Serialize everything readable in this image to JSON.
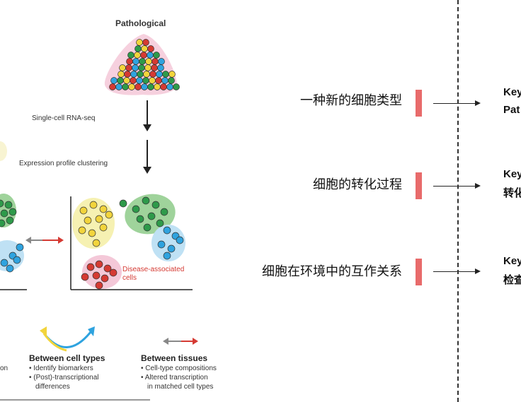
{
  "figure": {
    "pathological_label": "Pathological",
    "step1_label": "Single-cell RNA-seq",
    "step2_label": "Expression profile clustering",
    "disease_label_line1": "Disease-associated",
    "disease_label_line2": "cells",
    "partial_left_label": "on",
    "between_cell_types": {
      "title": "Between cell types",
      "items": [
        "• Identify biomarkers",
        "• (Post)-transcriptional",
        "differences"
      ]
    },
    "between_tissues": {
      "title": "Between tissues",
      "items": [
        "• Cell-type compositions",
        "• Altered transcription",
        "in matched cell types"
      ]
    }
  },
  "rows": [
    {
      "label": "一种新的细胞类型",
      "right_line1": "Key",
      "right_line2": "Pat"
    },
    {
      "label": "细胞的转化过程",
      "right_line1": "Key",
      "right_line2": "转化"
    },
    {
      "label": "细胞在环境中的互作关系",
      "right_line1": "Key",
      "right_line2": "检查"
    }
  ],
  "colors": {
    "accent_red": "#e86b6b",
    "cell_yellow": "#f2d43c",
    "cell_green": "#2e9a4a",
    "cell_blue": "#2fa3df",
    "cell_red": "#d53a33"
  }
}
